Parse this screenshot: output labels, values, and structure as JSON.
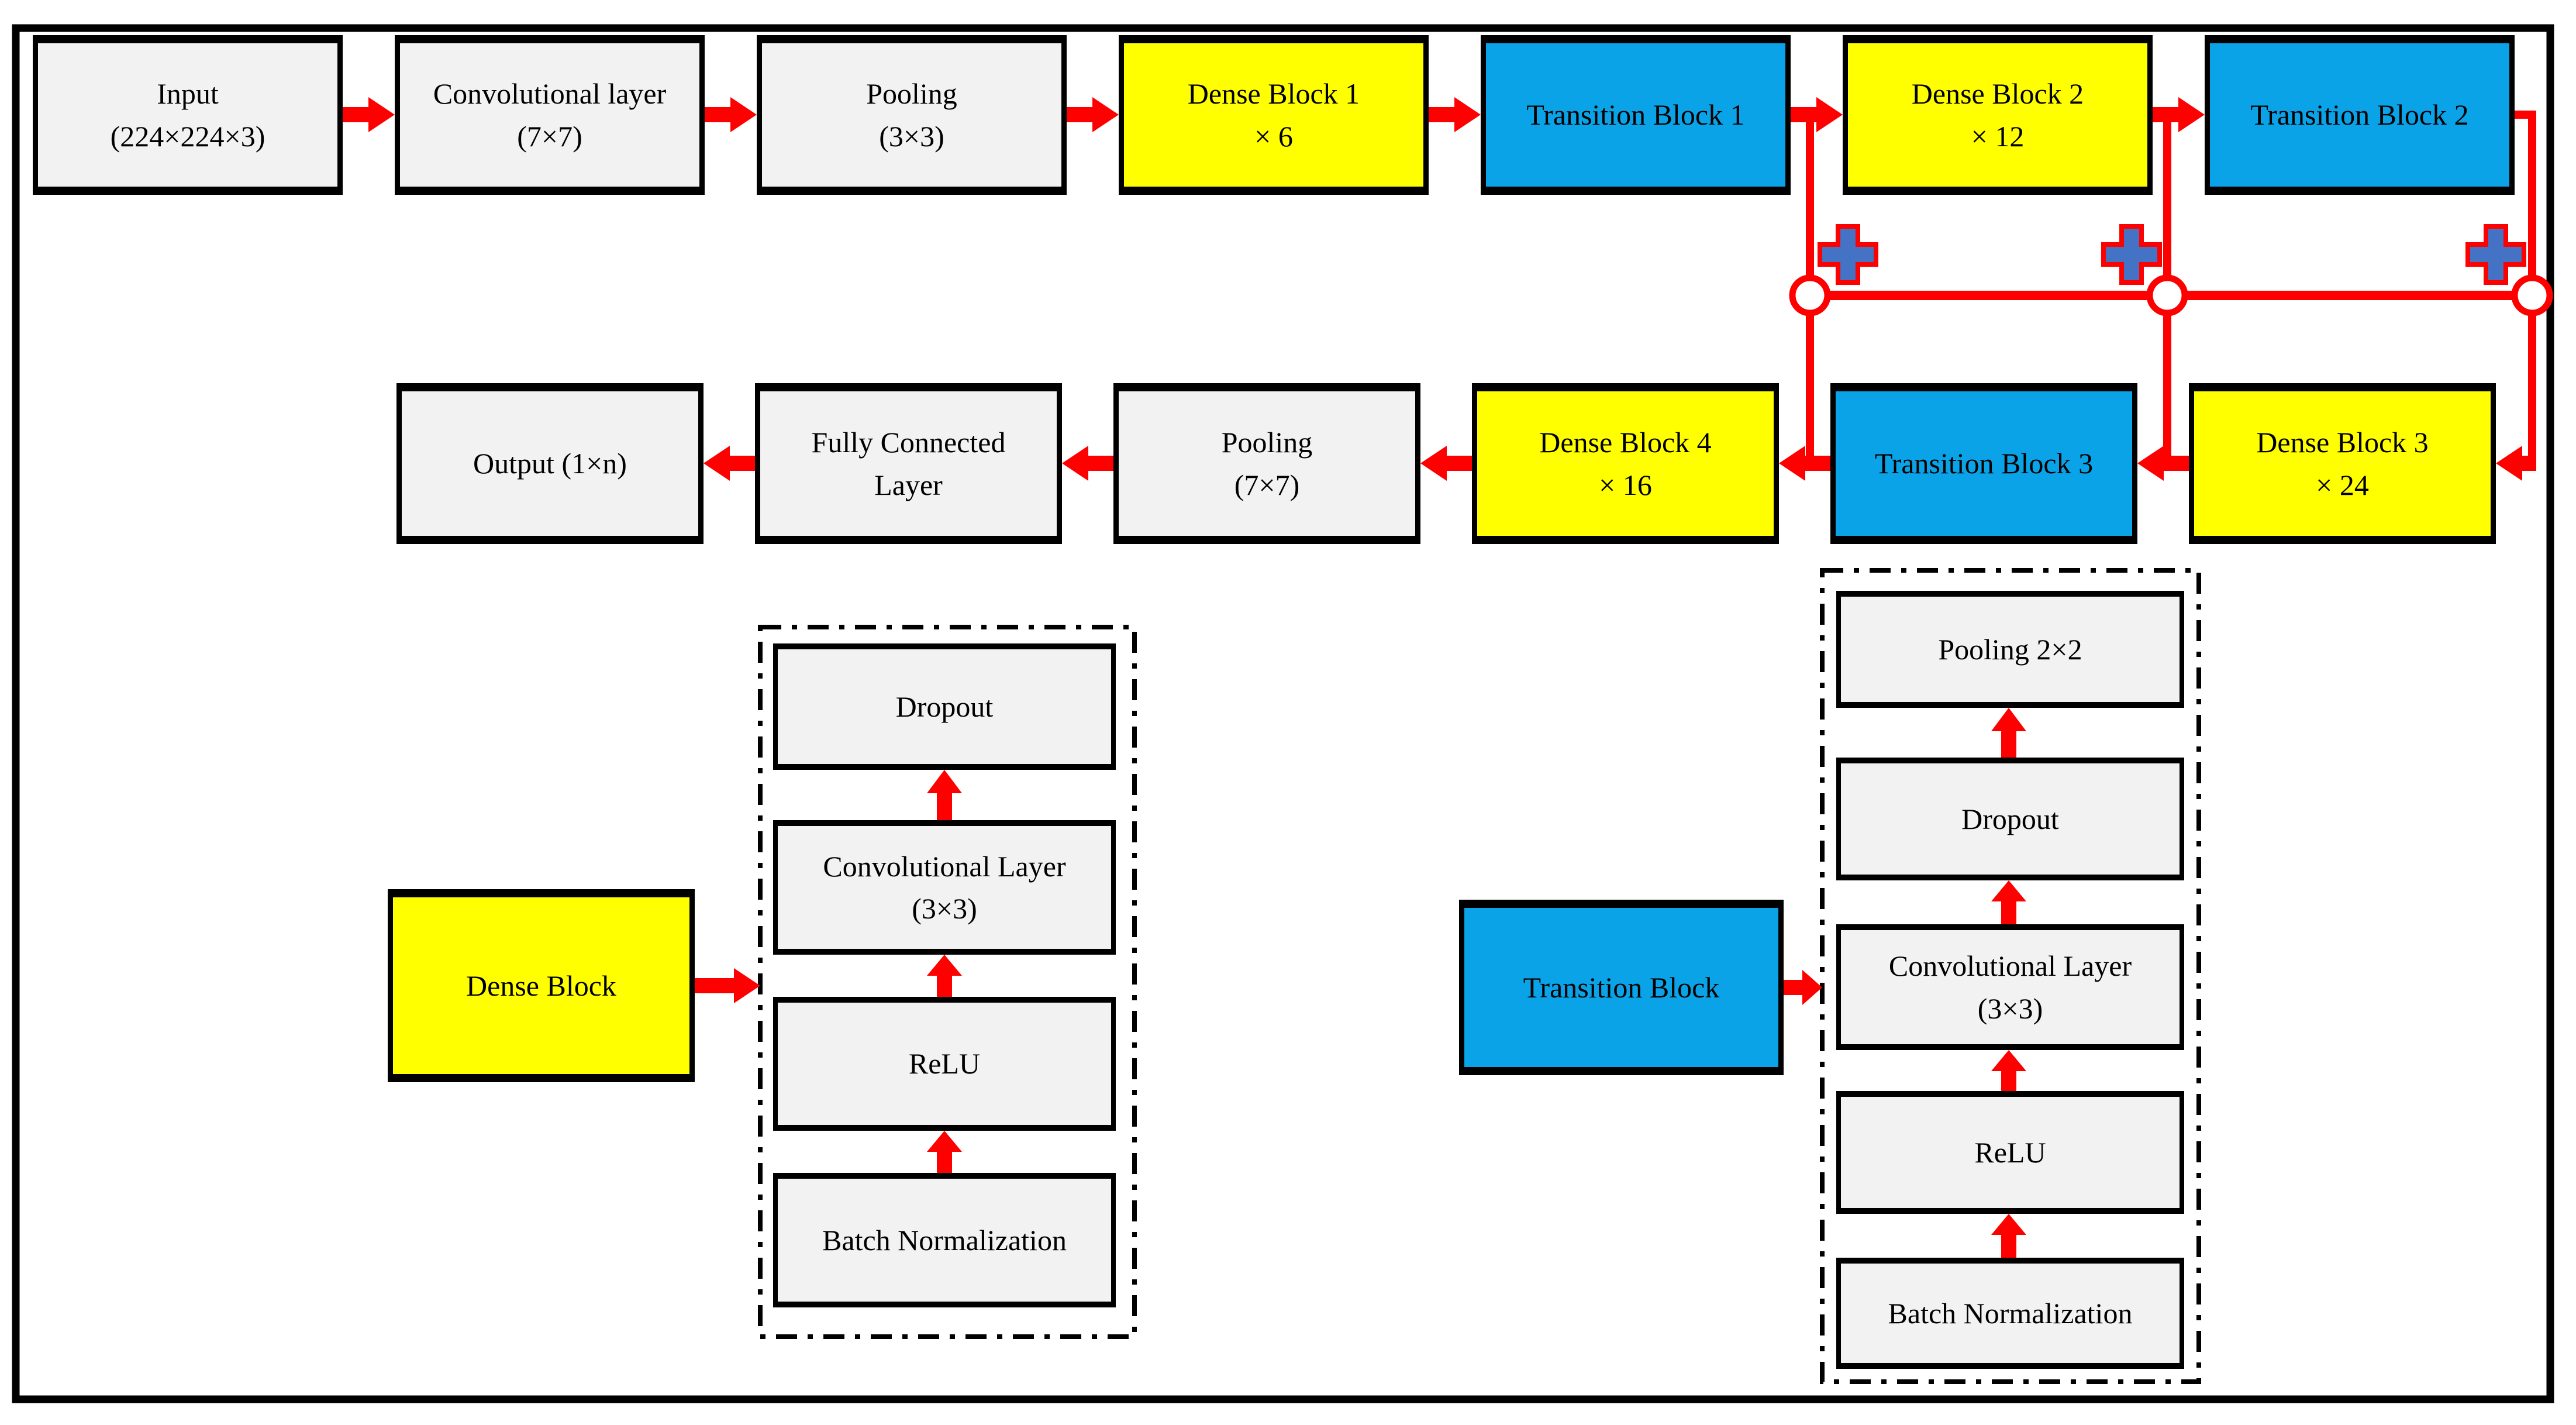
{
  "top_row": [
    {
      "line1": "Input",
      "line2": "(224×224×3)",
      "kind": "layer"
    },
    {
      "line1": "Convolutional layer",
      "line2": "(7×7)",
      "kind": "layer"
    },
    {
      "line1": "Pooling",
      "line2": "(3×3)",
      "kind": "layer"
    },
    {
      "line1": "Dense Block 1",
      "line2": "× 6",
      "kind": "dense-block"
    },
    {
      "line1": "Transition Block 1",
      "kind": "transition-block"
    },
    {
      "line1": "Dense Block 2",
      "line2": "× 12",
      "kind": "dense-block"
    },
    {
      "line1": "Transition Block 2",
      "kind": "transition-block"
    }
  ],
  "second_row": [
    {
      "line1": "Output (1×n)",
      "kind": "layer"
    },
    {
      "line1": "Fully Connected",
      "line2": "Layer",
      "kind": "layer"
    },
    {
      "line1": "Pooling",
      "line2": "(7×7)",
      "kind": "layer"
    },
    {
      "line1": "Dense Block 4",
      "line2": "× 16",
      "kind": "dense-block"
    },
    {
      "line1": "Transition Block 3",
      "kind": "transition-block"
    },
    {
      "line1": "Dense Block 3",
      "line2": "× 24",
      "kind": "dense-block"
    }
  ],
  "dense_detail": {
    "label": "Dense Block",
    "stack": [
      {
        "line1": "Dropout"
      },
      {
        "line1": "Convolutional Layer",
        "line2": "(3×3)"
      },
      {
        "line1": "ReLU"
      },
      {
        "line1": "Batch Normalization"
      }
    ]
  },
  "transition_detail": {
    "label": "Transition Block",
    "stack": [
      {
        "line1": "Pooling 2×2"
      },
      {
        "line1": "Dropout"
      },
      {
        "line1": "Convolutional Layer",
        "line2": "(3×3)"
      },
      {
        "line1": "ReLU"
      },
      {
        "line1": "Batch Normalization"
      }
    ]
  },
  "skip_connections": {
    "merge_symbol": "+",
    "merge_count": 3,
    "junction_count": 3
  },
  "colors": {
    "flow_red": "#FF0000",
    "dense_yellow": "#FFFF00",
    "transition_blue": "#0AA3E8",
    "layer_gray": "#F2F2F2",
    "plus_fill_blue": "#4472C4",
    "border_black": "#000000"
  }
}
